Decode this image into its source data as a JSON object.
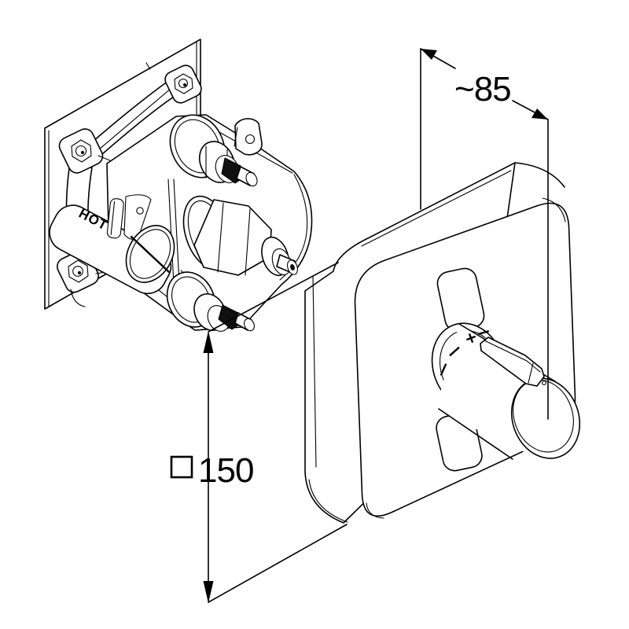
{
  "diagram": {
    "type": "technical-installation-drawing",
    "background_color": "#ffffff",
    "line_color": "#000000",
    "labels": {
      "hot_port": "HOT",
      "temperature_plus_mark": "+"
    },
    "dimensions": {
      "depth": {
        "value": "~85",
        "style": "oblique dimension with outward arrows"
      },
      "plate_size": {
        "square_symbol": "□",
        "value": "150",
        "style": "vertical dimension with double arrows"
      }
    },
    "parts": {
      "left": "concealed rough-in thermostatic valve on square mounting plate",
      "right": "square trim plate with two push buttons and cylindrical thermostat handle with lever"
    }
  }
}
